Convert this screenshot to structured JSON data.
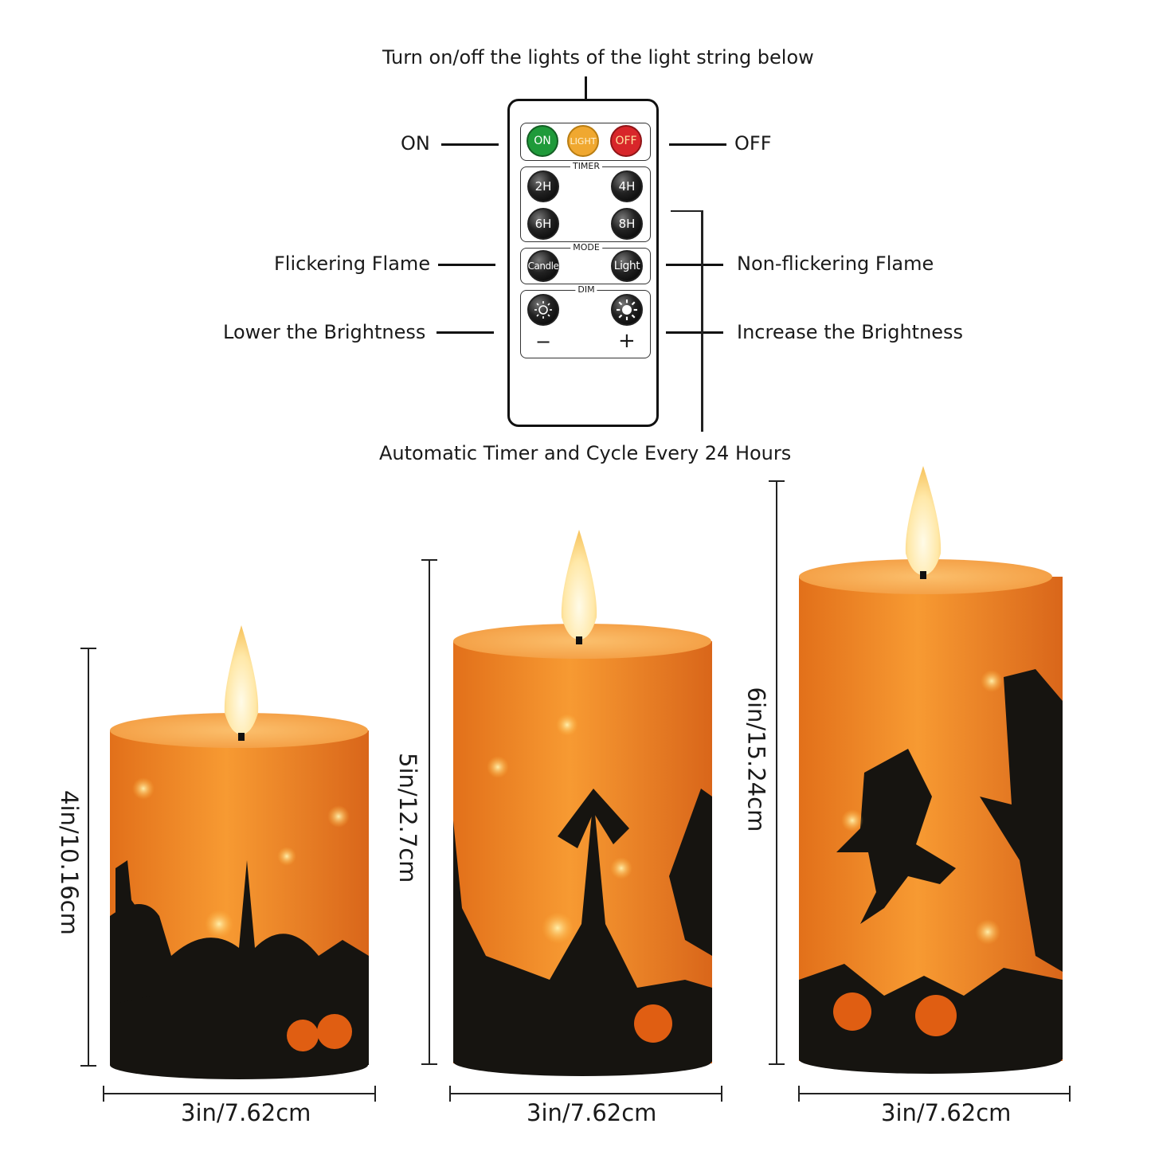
{
  "remote": {
    "top_caption": "Turn on/off the lights of the light string below",
    "bottom_caption": "Automatic Timer and Cycle Every 24 Hours",
    "left_labels": {
      "on": "ON",
      "flicker": "Flickering Flame",
      "lower": "Lower the Brightness"
    },
    "right_labels": {
      "off": "OFF",
      "nonflicker": "Non-flickering Flame",
      "increase": "Increase the Brightness"
    },
    "top_row": {
      "on": "ON",
      "light": "LIGHT",
      "off": "OFF"
    },
    "timer": {
      "title": "TIMER",
      "buttons": [
        "2H",
        "4H",
        "6H",
        "8H"
      ]
    },
    "mode": {
      "title": "MODE",
      "candle": "Candle",
      "light": "Light"
    },
    "dim": {
      "title": "DIM",
      "minus": "−",
      "plus": "+"
    },
    "colors": {
      "on": "#1f9a3a",
      "light": "#f0a830",
      "off": "#d8262a"
    }
  },
  "candles": [
    {
      "height_label": "4in/10.16cm",
      "width_label": "3in/7.62cm"
    },
    {
      "height_label": "5in/12.7cm",
      "width_label": "3in/7.62cm"
    },
    {
      "height_label": "6in/15.24cm",
      "width_label": "3in/7.62cm"
    }
  ],
  "colors": {
    "wax": "#f08a1e",
    "wax_top": "#f5a24a",
    "silhouette": "#161410"
  }
}
